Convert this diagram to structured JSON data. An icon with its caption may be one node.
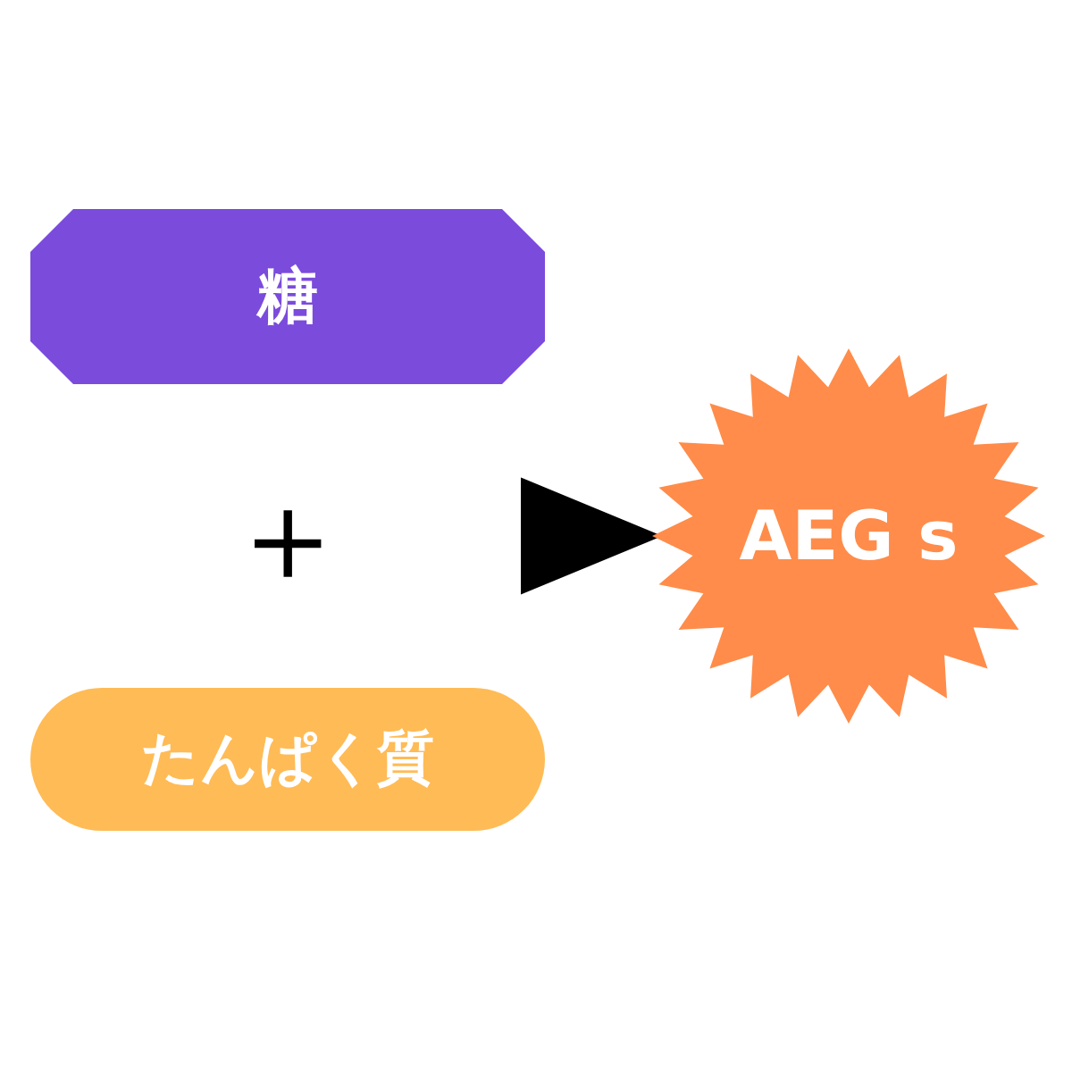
{
  "diagram": {
    "nodes": [
      {
        "text": [
          "糖"
        ]
      },
      {
        "text": [
          "たんぱく質"
        ]
      },
      {
        "text": [
          "AEG s"
        ]
      }
    ],
    "edges": [
      {
        "from": null,
        "to": 2,
        "arrow": "to"
      }
    ],
    "labels": [
      "＋"
    ]
  }
}
